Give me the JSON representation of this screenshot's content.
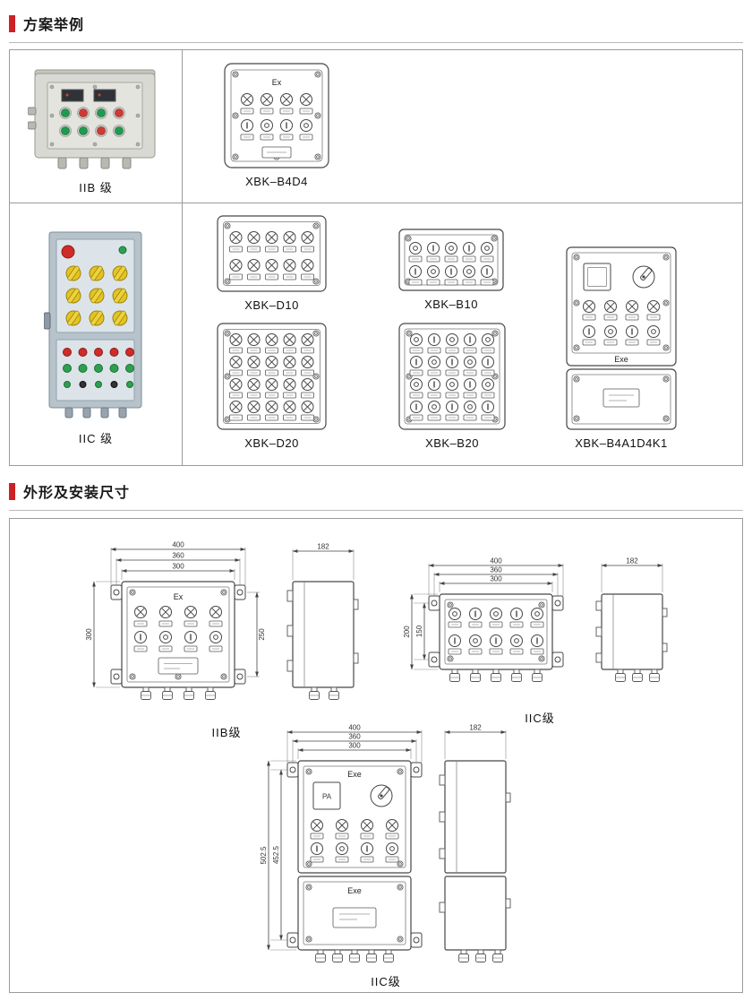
{
  "colors": {
    "accent_red": "#cc2127"
  },
  "sections": {
    "examples_title": "方案举例",
    "dimensions_title": "外形及安装尺寸"
  },
  "examples": {
    "iib": {
      "grade": "IIB 级",
      "models": {
        "b4d4": "XBK–B4D4"
      }
    },
    "iic": {
      "grade": "IIC 级",
      "models": {
        "d10": "XBK–D10",
        "b10": "XBK–B10",
        "d20": "XBK–D20",
        "b20": "XBK–B20",
        "b4a1d4k1": "XBK–B4A1D4K1"
      }
    }
  },
  "marks": {
    "ex": "Ex",
    "exe": "Exe",
    "pa": "PA"
  },
  "dims": {
    "iib": {
      "label": "IIB级",
      "w1": "400",
      "w2": "360",
      "w3": "300",
      "h_left": "300",
      "h_right": "250",
      "depth": "182"
    },
    "iic_small": {
      "label": "IIC级",
      "w1": "400",
      "w2": "360",
      "w3": "300",
      "h_outer": "200",
      "h_inner": "150",
      "depth": "182"
    },
    "iic_large": {
      "label": "IIC级",
      "w1": "400",
      "w2": "360",
      "w3": "300",
      "h_outer": "502.5",
      "h_inner": "452.5",
      "depth": "182"
    }
  }
}
